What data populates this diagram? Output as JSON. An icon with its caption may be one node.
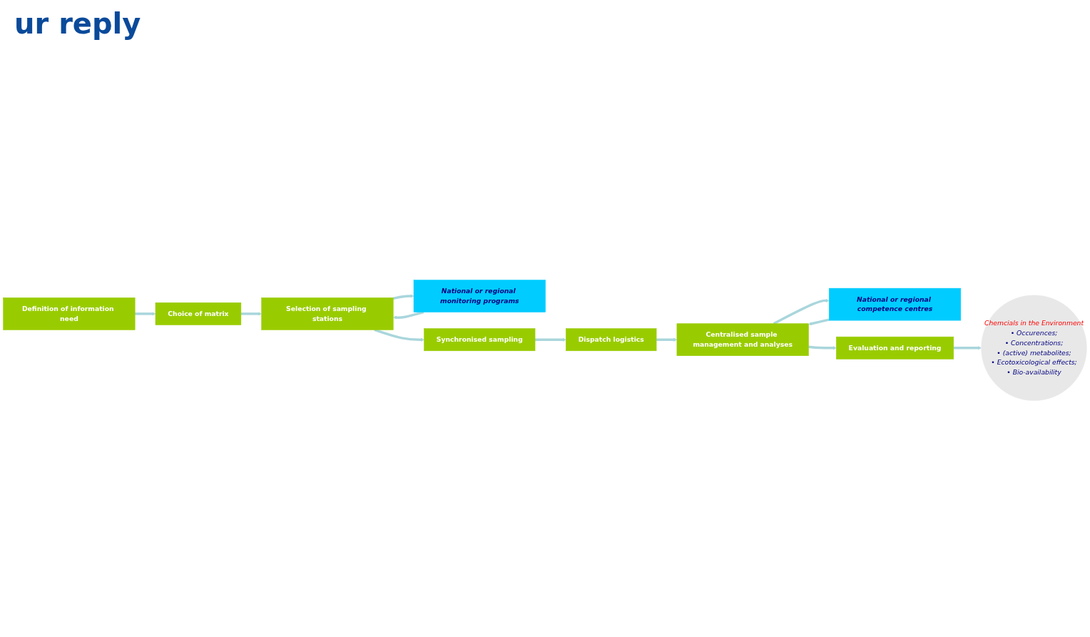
{
  "diagram": {
    "title": "ur reply",
    "nodes": [
      {
        "text": [
          "Definition of information need"
        ]
      },
      {
        "text": [
          "Choice of matrix"
        ]
      },
      {
        "text": [
          "Selection of sampling stations"
        ]
      },
      {
        "text": [
          "National or regional monitoring programs"
        ]
      },
      {
        "text": [
          "Synchronised sampling"
        ]
      },
      {
        "text": [
          "Dispatch logistics"
        ]
      },
      {
        "text": [
          "Centralised sample management and analyses"
        ]
      },
      {
        "text": [
          "National or regional competence centres"
        ]
      },
      {
        "text": [
          "Evaluation and reporting"
        ]
      },
      {
        "text": [
          "Chemcials in the Environment",
          "• Occurences;",
          "• Concentrations;",
          "• (active) metabolites;",
          "• Ecotoxicological effects;",
          "• Bio-availability"
        ]
      }
    ],
    "edges": [
      {
        "from": 0,
        "to": 1,
        "arrow": "to"
      },
      {
        "from": 1,
        "to": 2,
        "arrow": "to"
      },
      {
        "from": 3,
        "to": 2,
        "arrow": "to"
      },
      {
        "from": 2,
        "to": 3,
        "arrow": "to"
      },
      {
        "from": 2,
        "to": 4,
        "arrow": "to"
      },
      {
        "from": 4,
        "to": 5,
        "arrow": "to"
      },
      {
        "from": 5,
        "to": 6,
        "arrow": "to"
      },
      {
        "from": 6,
        "to": 7,
        "arrow": "to"
      },
      {
        "from": 7,
        "to": 6,
        "arrow": "to"
      },
      {
        "from": 6,
        "to": 8,
        "arrow": "to"
      },
      {
        "from": 8,
        "to": 9,
        "arrow": "to"
      }
    ]
  }
}
